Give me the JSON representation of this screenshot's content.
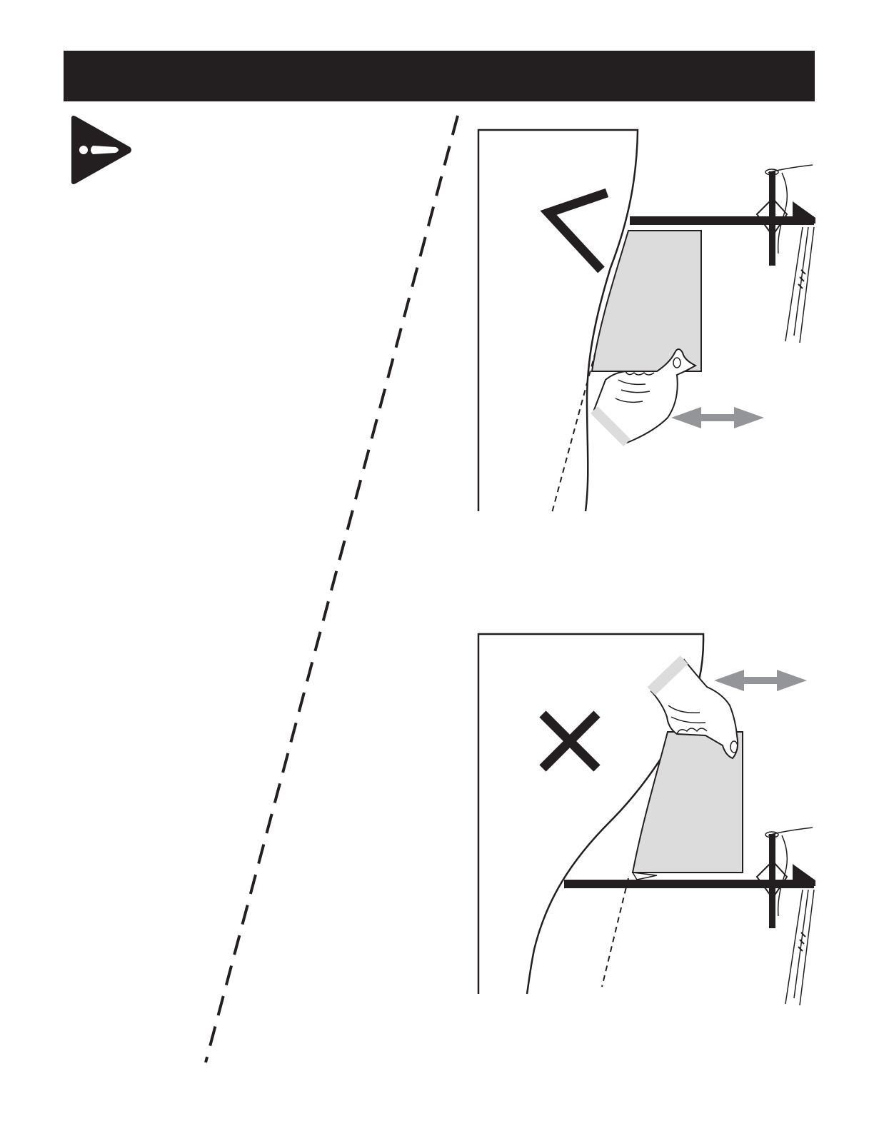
{
  "header": {
    "title": ""
  },
  "icons": {
    "warning": "warning-triangle-icon",
    "correct": "check-mark-icon",
    "incorrect": "cross-mark-icon",
    "motion": "double-arrow-icon"
  },
  "colors": {
    "bar": "#231f20",
    "ink": "#231f20",
    "paper": "#dcdcdd",
    "arrow": "#939598"
  },
  "figures": [
    {
      "id": "figure-correct",
      "mark": "correct"
    },
    {
      "id": "figure-incorrect",
      "mark": "incorrect"
    }
  ]
}
